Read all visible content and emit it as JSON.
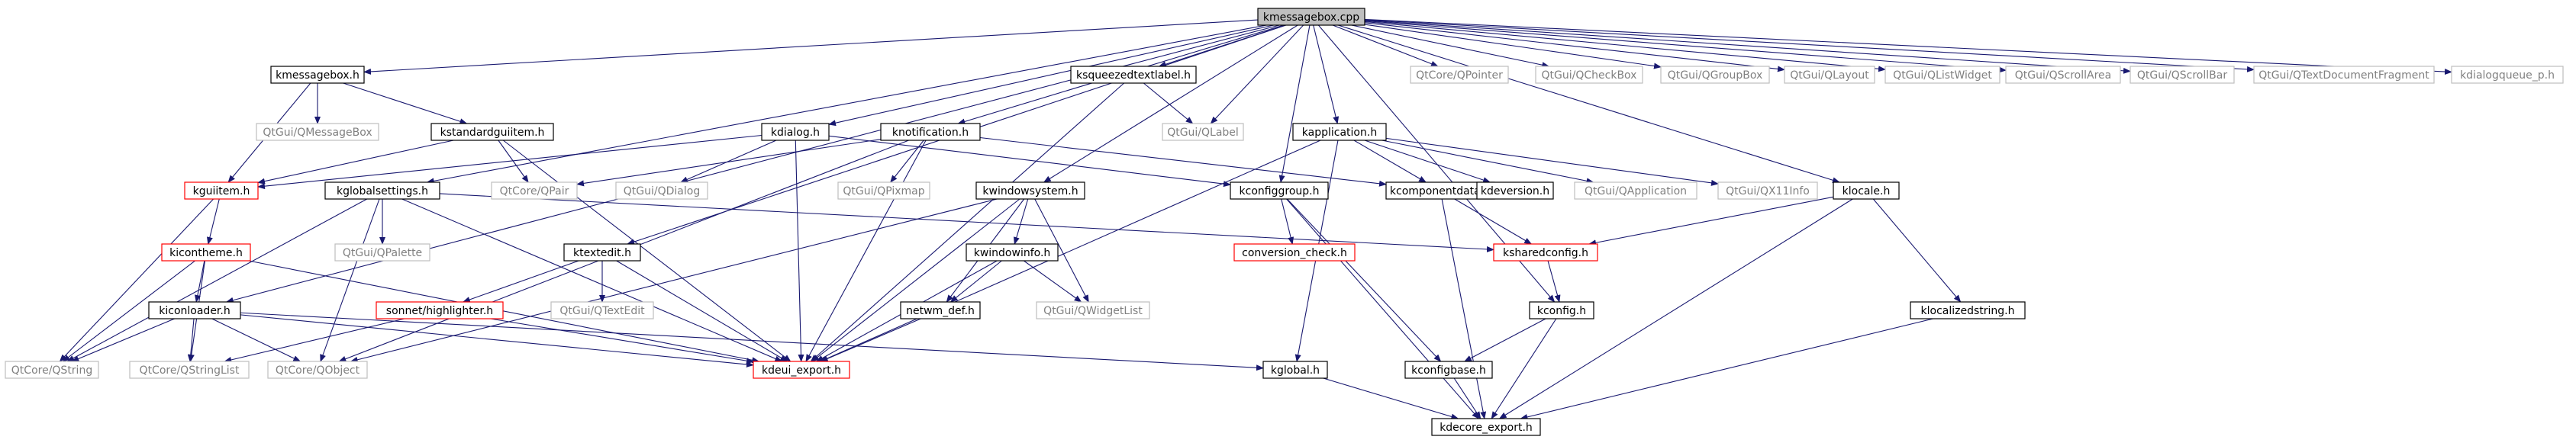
{
  "diagram": {
    "type": "include-dependency-graph",
    "colors": {
      "root_fill": "#bfbfbf",
      "root_stroke": "#000000",
      "normal_stroke": "#000000",
      "missing_stroke": "#ff0000",
      "external_stroke": "#bfbfbf",
      "external_text": "#808080",
      "text": "#000000",
      "edge": "#191970"
    },
    "nodes": [
      {
        "id": "kmessagebox_cpp",
        "label": "kmessagebox.cpp",
        "kind": "root"
      },
      {
        "id": "kmessagebox_h",
        "label": "kmessagebox.h",
        "kind": "normal"
      },
      {
        "id": "qmessagebox",
        "label": "QtGui/QMessageBox",
        "kind": "external"
      },
      {
        "id": "kstandardguiitem",
        "label": "kstandardguiitem.h",
        "kind": "normal"
      },
      {
        "id": "kguiitem",
        "label": "kguiitem.h",
        "kind": "missing"
      },
      {
        "id": "kicontheme",
        "label": "kicontheme.h",
        "kind": "missing"
      },
      {
        "id": "kiconloader",
        "label": "kiconloader.h",
        "kind": "normal"
      },
      {
        "id": "qstring",
        "label": "QtCore/QString",
        "kind": "external"
      },
      {
        "id": "qstringlist",
        "label": "QtCore/QStringList",
        "kind": "external"
      },
      {
        "id": "qobject",
        "label": "QtCore/QObject",
        "kind": "external"
      },
      {
        "id": "kdeui_export",
        "label": "kdeui_export.h",
        "kind": "missing"
      },
      {
        "id": "kglobalsettings",
        "label": "kglobalsettings.h",
        "kind": "normal"
      },
      {
        "id": "qpalette",
        "label": "QtGui/QPalette",
        "kind": "external"
      },
      {
        "id": "qpair",
        "label": "QtCore/QPair",
        "kind": "external"
      },
      {
        "id": "kdialog",
        "label": "kdialog.h",
        "kind": "normal"
      },
      {
        "id": "qdialog",
        "label": "QtGui/QDialog",
        "kind": "external"
      },
      {
        "id": "knotification",
        "label": "knotification.h",
        "kind": "normal"
      },
      {
        "id": "qpixmap",
        "label": "QtGui/QPixmap",
        "kind": "external"
      },
      {
        "id": "ksqueezedtextlabel",
        "label": "ksqueezedtextlabel.h",
        "kind": "normal"
      },
      {
        "id": "qlabel",
        "label": "QtGui/QLabel",
        "kind": "external"
      },
      {
        "id": "ktextedit",
        "label": "ktextedit.h",
        "kind": "normal"
      },
      {
        "id": "sonnet_highlighter",
        "label": "sonnet/highlighter.h",
        "kind": "missing"
      },
      {
        "id": "qtextedit",
        "label": "QtGui/QTextEdit",
        "kind": "external"
      },
      {
        "id": "kwindowsystem",
        "label": "kwindowsystem.h",
        "kind": "normal"
      },
      {
        "id": "kwindowinfo",
        "label": "kwindowinfo.h",
        "kind": "normal"
      },
      {
        "id": "netwm_def",
        "label": "netwm_def.h",
        "kind": "normal"
      },
      {
        "id": "qwidgetlist",
        "label": "QtGui/QWidgetList",
        "kind": "external"
      },
      {
        "id": "kconfiggroup",
        "label": "kconfiggroup.h",
        "kind": "normal"
      },
      {
        "id": "conversion_check",
        "label": "conversion_check.h",
        "kind": "missing"
      },
      {
        "id": "kapplication",
        "label": "kapplication.h",
        "kind": "normal"
      },
      {
        "id": "kcomponentdata",
        "label": "kcomponentdata.h",
        "kind": "normal"
      },
      {
        "id": "kdeversion",
        "label": "kdeversion.h",
        "kind": "normal"
      },
      {
        "id": "qapplication",
        "label": "QtGui/QApplication",
        "kind": "external"
      },
      {
        "id": "qx11info",
        "label": "QtGui/QX11Info",
        "kind": "external"
      },
      {
        "id": "ksharedconfig",
        "label": "ksharedconfig.h",
        "kind": "missing"
      },
      {
        "id": "kconfig",
        "label": "kconfig.h",
        "kind": "normal"
      },
      {
        "id": "kconfigbase",
        "label": "kconfigbase.h",
        "kind": "normal"
      },
      {
        "id": "kglobal",
        "label": "kglobal.h",
        "kind": "normal"
      },
      {
        "id": "kdecore_export",
        "label": "kdecore_export.h",
        "kind": "normal"
      },
      {
        "id": "klocale",
        "label": "klocale.h",
        "kind": "normal"
      },
      {
        "id": "klocalizedstring",
        "label": "klocalizedstring.h",
        "kind": "normal"
      },
      {
        "id": "qpointer",
        "label": "QtCore/QPointer",
        "kind": "external"
      },
      {
        "id": "qcheckbox",
        "label": "QtGui/QCheckBox",
        "kind": "external"
      },
      {
        "id": "qgroupbox",
        "label": "QtGui/QGroupBox",
        "kind": "external"
      },
      {
        "id": "qlayout",
        "label": "QtGui/QLayout",
        "kind": "external"
      },
      {
        "id": "qlistwidget",
        "label": "QtGui/QListWidget",
        "kind": "external"
      },
      {
        "id": "qscrollarea",
        "label": "QtGui/QScrollArea",
        "kind": "external"
      },
      {
        "id": "qscrollbar",
        "label": "QtGui/QScrollBar",
        "kind": "external"
      },
      {
        "id": "qtextdocumentfragment",
        "label": "QtGui/QTextDocumentFragment",
        "kind": "external"
      },
      {
        "id": "kdialogqueue_p",
        "label": "kdialogqueue_p.h",
        "kind": "external"
      }
    ],
    "edges": [
      [
        "kmessagebox_cpp",
        "kmessagebox_h"
      ],
      [
        "kmessagebox_cpp",
        "kglobalsettings"
      ],
      [
        "kmessagebox_cpp",
        "kiconloader"
      ],
      [
        "kmessagebox_cpp",
        "kdialog"
      ],
      [
        "kmessagebox_cpp",
        "knotification"
      ],
      [
        "kmessagebox_cpp",
        "ksqueezedtextlabel"
      ],
      [
        "kmessagebox_cpp",
        "qlabel"
      ],
      [
        "kmessagebox_cpp",
        "ktextedit"
      ],
      [
        "kmessagebox_cpp",
        "kwindowsystem"
      ],
      [
        "kmessagebox_cpp",
        "kconfiggroup"
      ],
      [
        "kmessagebox_cpp",
        "kapplication"
      ],
      [
        "kmessagebox_cpp",
        "kconfig"
      ],
      [
        "kmessagebox_cpp",
        "klocale"
      ],
      [
        "kmessagebox_cpp",
        "qpointer"
      ],
      [
        "kmessagebox_cpp",
        "qcheckbox"
      ],
      [
        "kmessagebox_cpp",
        "qgroupbox"
      ],
      [
        "kmessagebox_cpp",
        "qlayout"
      ],
      [
        "kmessagebox_cpp",
        "qlistwidget"
      ],
      [
        "kmessagebox_cpp",
        "qscrollarea"
      ],
      [
        "kmessagebox_cpp",
        "qscrollbar"
      ],
      [
        "kmessagebox_cpp",
        "qtextdocumentfragment"
      ],
      [
        "kmessagebox_cpp",
        "kdialogqueue_p"
      ],
      [
        "kmessagebox_h",
        "qmessagebox"
      ],
      [
        "kmessagebox_h",
        "kstandardguiitem"
      ],
      [
        "kmessagebox_h",
        "kguiitem"
      ],
      [
        "kstandardguiitem",
        "kguiitem"
      ],
      [
        "kstandardguiitem",
        "qpair"
      ],
      [
        "kstandardguiitem",
        "kdeui_export"
      ],
      [
        "kguiitem",
        "kicontheme"
      ],
      [
        "kguiitem",
        "qstring"
      ],
      [
        "kicontheme",
        "kiconloader"
      ],
      [
        "kicontheme",
        "qstring"
      ],
      [
        "kicontheme",
        "qstringlist"
      ],
      [
        "kicontheme",
        "kdeui_export"
      ],
      [
        "kiconloader",
        "qstring"
      ],
      [
        "kiconloader",
        "qstringlist"
      ],
      [
        "kiconloader",
        "qobject"
      ],
      [
        "kiconloader",
        "kdeui_export"
      ],
      [
        "kiconloader",
        "kglobal"
      ],
      [
        "kglobalsettings",
        "qstring"
      ],
      [
        "kglobalsettings",
        "qpalette"
      ],
      [
        "kglobalsettings",
        "qobject"
      ],
      [
        "kglobalsettings",
        "kdeui_export"
      ],
      [
        "kglobalsettings",
        "ksharedconfig"
      ],
      [
        "kdialog",
        "kguiitem"
      ],
      [
        "kdialog",
        "qdialog"
      ],
      [
        "kdialog",
        "kdeui_export"
      ],
      [
        "kdialog",
        "kconfiggroup"
      ],
      [
        "knotification",
        "qpixmap"
      ],
      [
        "knotification",
        "qpair"
      ],
      [
        "knotification",
        "qobject"
      ],
      [
        "knotification",
        "kdeui_export"
      ],
      [
        "knotification",
        "kcomponentdata"
      ],
      [
        "ksqueezedtextlabel",
        "qlabel"
      ],
      [
        "ksqueezedtextlabel",
        "kdeui_export"
      ],
      [
        "ktextedit",
        "sonnet_highlighter"
      ],
      [
        "ktextedit",
        "qtextedit"
      ],
      [
        "ktextedit",
        "kdeui_export"
      ],
      [
        "sonnet_highlighter",
        "qstringlist"
      ],
      [
        "sonnet_highlighter",
        "kdeui_export"
      ],
      [
        "kwindowsystem",
        "kwindowinfo"
      ],
      [
        "kwindowsystem",
        "netwm_def"
      ],
      [
        "kwindowsystem",
        "qwidgetlist"
      ],
      [
        "kwindowsystem",
        "qobject"
      ],
      [
        "kwindowsystem",
        "kdeui_export"
      ],
      [
        "kwindowinfo",
        "netwm_def"
      ],
      [
        "kwindowinfo",
        "qwidgetlist"
      ],
      [
        "kwindowinfo",
        "kdeui_export"
      ],
      [
        "netwm_def",
        "kdeui_export"
      ],
      [
        "kconfiggroup",
        "conversion_check"
      ],
      [
        "kconfiggroup",
        "kconfigbase"
      ],
      [
        "kconfiggroup",
        "kdecore_export"
      ],
      [
        "kapplication",
        "kcomponentdata"
      ],
      [
        "kapplication",
        "kdeversion"
      ],
      [
        "kapplication",
        "qapplication"
      ],
      [
        "kapplication",
        "qx11info"
      ],
      [
        "kapplication",
        "kglobal"
      ],
      [
        "kapplication",
        "kdeui_export"
      ],
      [
        "kcomponentdata",
        "ksharedconfig"
      ],
      [
        "kcomponentdata",
        "kdecore_export"
      ],
      [
        "ksharedconfig",
        "kconfig"
      ],
      [
        "kconfig",
        "kconfigbase"
      ],
      [
        "kconfig",
        "kdecore_export"
      ],
      [
        "kconfigbase",
        "kdecore_export"
      ],
      [
        "kglobal",
        "kdecore_export"
      ],
      [
        "klocale",
        "ksharedconfig"
      ],
      [
        "klocale",
        "klocalizedstring"
      ],
      [
        "klocale",
        "kdecore_export"
      ],
      [
        "klocalizedstring",
        "kdecore_export"
      ]
    ]
  }
}
